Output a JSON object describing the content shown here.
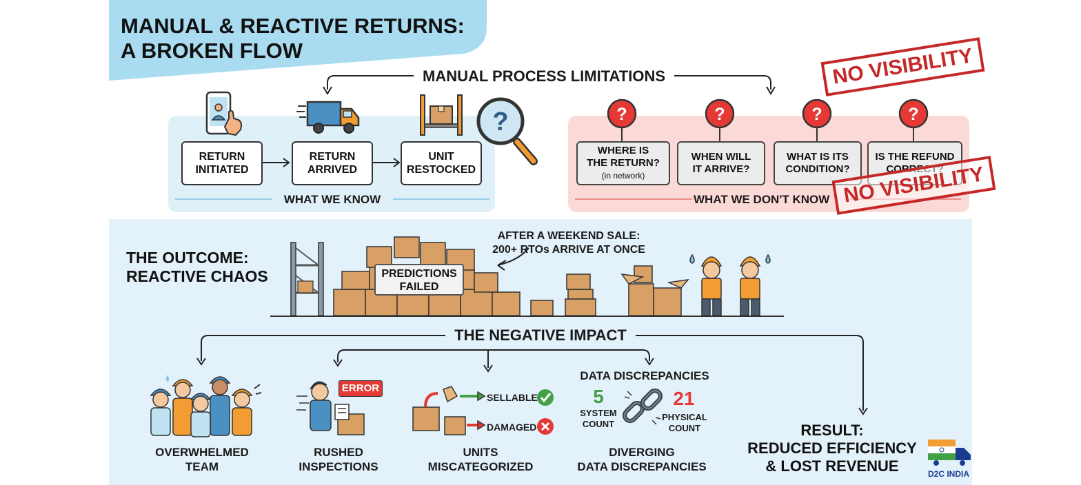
{
  "header": {
    "title_line1": "MANUAL & REACTIVE RETURNS:",
    "title_line2": "A BROKEN FLOW"
  },
  "top": {
    "heading": "MANUAL PROCESS LIMITATIONS",
    "stamp": "NO VISIBILITY",
    "known": {
      "caption": "WHAT WE KNOW",
      "steps": [
        {
          "line1": "RETURN",
          "line2": "INITIATED"
        },
        {
          "line1": "RETURN",
          "line2": "ARRIVED"
        },
        {
          "line1": "UNIT",
          "line2": "RESTOCKED"
        }
      ]
    },
    "unknown": {
      "caption": "WHAT WE DON'T KNOW",
      "questions": [
        {
          "line1": "WHERE IS",
          "line2": "THE RETURN?",
          "note": "(in network)"
        },
        {
          "line1": "WHEN WILL",
          "line2": "IT ARRIVE?",
          "note": ""
        },
        {
          "line1": "WHAT IS ITS",
          "line2": "CONDITION?",
          "note": ""
        },
        {
          "line1": "IS THE REFUND",
          "line2": "CORRECT?",
          "note": ""
        }
      ]
    }
  },
  "outcome": {
    "line1": "THE OUTCOME:",
    "line2": "REACTIVE CHAOS",
    "callout_line1": "AFTER A WEEKEND SALE:",
    "callout_line2": "200+ RTOs ARRIVE AT ONCE",
    "predictions_line1": "PREDICTIONS",
    "predictions_line2": "FAILED"
  },
  "impact": {
    "heading": "THE NEGATIVE IMPACT",
    "items": [
      {
        "line1": "OVERWHELMED",
        "line2": "TEAM"
      },
      {
        "line1": "RUSHED",
        "line2": "INSPECTIONS"
      },
      {
        "line1": "UNITS",
        "line2": "MISCATEGORIZED"
      },
      {
        "line1": "DIVERGING",
        "line2": "DATA DISCREPANCIES"
      }
    ],
    "error_label": "ERROR",
    "sellable": "SELLABLE",
    "damaged": "DAMAGED",
    "data_heading": "DATA DISCREPANCIES",
    "system_value": "5",
    "system_label_1": "SYSTEM",
    "system_label_2": "COUNT",
    "physical_value": "21",
    "physical_label_1": "PHYSICAL",
    "physical_label_2": "COUNT",
    "result_line1": "RESULT:",
    "result_line2": "REDUCED EFFICIENCY",
    "result_line3": "& LOST REVENUE"
  },
  "brand": "D2C INDIA",
  "colors": {
    "header_bg": "#a9dcf0",
    "known_bg": "#dff0f8",
    "unknown_bg": "#fbd9d6",
    "bottom_bg": "#e3f2fa",
    "stamp_red": "#c62828",
    "question_red": "#e53935",
    "green": "#43a047",
    "box_brown": "#d9a066"
  }
}
